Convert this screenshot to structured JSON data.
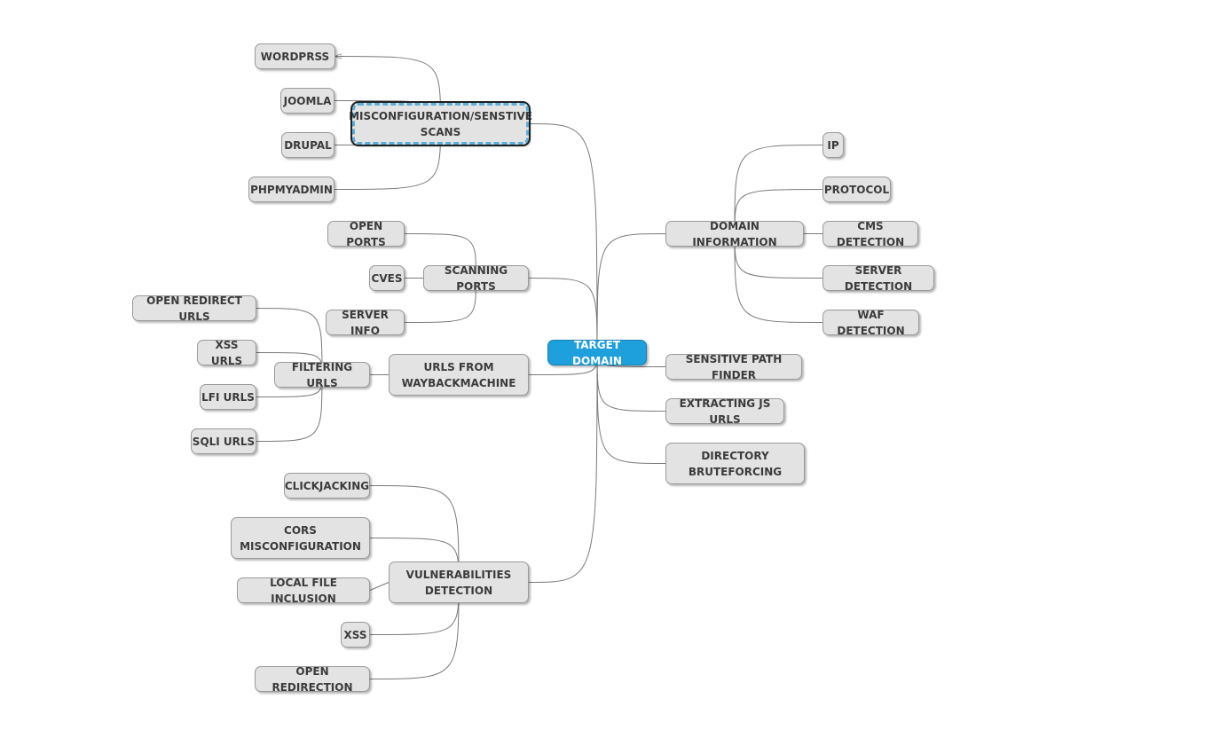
{
  "root": {
    "id": "target",
    "label": "TARGET DOMAIN"
  },
  "nodes": [
    {
      "id": "misconfig",
      "label": "MISCONFIGURATION/SENSTIVE SCANS",
      "parent": "target",
      "selected": true
    },
    {
      "id": "wordprss",
      "label": "WORDPRSS",
      "parent": "misconfig"
    },
    {
      "id": "joomla",
      "label": "JOOMLA",
      "parent": "misconfig"
    },
    {
      "id": "drupal",
      "label": "DRUPAL",
      "parent": "misconfig"
    },
    {
      "id": "phpmyadmin",
      "label": "PHPMYADMIN",
      "parent": "misconfig"
    },
    {
      "id": "scanports",
      "label": "SCANNING PORTS",
      "parent": "target"
    },
    {
      "id": "openports",
      "label": "OPEN PORTS",
      "parent": "scanports"
    },
    {
      "id": "cves",
      "label": "CVES",
      "parent": "scanports"
    },
    {
      "id": "serverinfo",
      "label": "SERVER INFO",
      "parent": "scanports"
    },
    {
      "id": "wayback",
      "label": "URLS FROM WAYBACKMACHINE",
      "parent": "target"
    },
    {
      "id": "filtering",
      "label": "FILTERING URLS",
      "parent": "wayback"
    },
    {
      "id": "openredirecturls",
      "label": "OPEN REDIRECT URLS",
      "parent": "filtering"
    },
    {
      "id": "xssurls",
      "label": "XSS URLS",
      "parent": "filtering"
    },
    {
      "id": "lfiurls",
      "label": "LFI URLS",
      "parent": "filtering"
    },
    {
      "id": "sqliurls",
      "label": "SQLI URLS",
      "parent": "filtering"
    },
    {
      "id": "vulns",
      "label": "VULNERABILITIES DETECTION",
      "parent": "target"
    },
    {
      "id": "clickjacking",
      "label": "CLICKJACKING",
      "parent": "vulns"
    },
    {
      "id": "cors",
      "label": "CORS MISCONFIGURATION",
      "parent": "vulns"
    },
    {
      "id": "lfi",
      "label": "LOCAL FILE INCLUSION",
      "parent": "vulns"
    },
    {
      "id": "xss",
      "label": "XSS",
      "parent": "vulns"
    },
    {
      "id": "openredirection",
      "label": "OPEN REDIRECTION",
      "parent": "vulns"
    },
    {
      "id": "domaininfo",
      "label": "DOMAIN INFORMATION",
      "parent": "target"
    },
    {
      "id": "ip",
      "label": "IP",
      "parent": "domaininfo"
    },
    {
      "id": "protocol",
      "label": "PROTOCOL",
      "parent": "domaininfo"
    },
    {
      "id": "cms",
      "label": "CMS DETECTION",
      "parent": "domaininfo"
    },
    {
      "id": "serverdetect",
      "label": "SERVER DETECTION",
      "parent": "domaininfo"
    },
    {
      "id": "waf",
      "label": "WAF DETECTION",
      "parent": "domaininfo"
    },
    {
      "id": "sensitivepath",
      "label": "SENSITIVE PATH FINDER",
      "parent": "target"
    },
    {
      "id": "jsurls",
      "label": "EXTRACTING JS URLS",
      "parent": "target"
    },
    {
      "id": "dirbrute",
      "label": "DIRECTORY BRUTEFORCING",
      "parent": "target"
    }
  ],
  "colors": {
    "root_fill": "#1ea0dc",
    "node_fill": "#e3e3e3",
    "edge": "#7a7a7a",
    "selection_dash": "#5aaed8"
  }
}
